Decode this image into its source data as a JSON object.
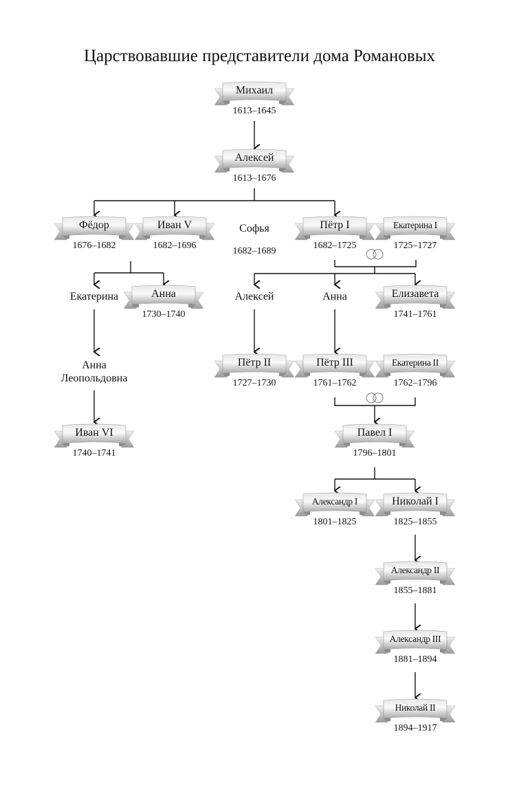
{
  "title": "Царствовавшие представители дома Романовых",
  "nodes": [
    {
      "id": "mikhail",
      "name": "Михаил",
      "dates": "1613–1645",
      "ribbon": true
    },
    {
      "id": "aleksey",
      "name": "Алексей",
      "dates": "1613–1676",
      "ribbon": true
    },
    {
      "id": "fedor",
      "name": "Фёдор",
      "dates": "1676–1682",
      "ribbon": true
    },
    {
      "id": "ivan5",
      "name": "Иван V",
      "dates": "1682–1696",
      "ribbon": true
    },
    {
      "id": "sofya",
      "name": "Софья",
      "dates": "1682–1689",
      "ribbon": false
    },
    {
      "id": "petr1",
      "name": "Пётр I",
      "dates": "1682–1725",
      "ribbon": true
    },
    {
      "id": "ekaterina1",
      "name": "Екатерина I",
      "dates": "1725–1727",
      "ribbon": true
    },
    {
      "id": "ekaterina",
      "name": "Екатерина",
      "ribbon": false
    },
    {
      "id": "anna_iv",
      "name": "Анна",
      "dates": "1730–1740",
      "ribbon": true
    },
    {
      "id": "aleksey_p",
      "name": "Алексей",
      "ribbon": false
    },
    {
      "id": "anna_p",
      "name": "Анна",
      "ribbon": false
    },
    {
      "id": "elizaveta",
      "name": "Елизавета",
      "dates": "1741–1761",
      "ribbon": true
    },
    {
      "id": "anna_leop",
      "name": "Анна Леопольдовна",
      "ribbon": false
    },
    {
      "id": "petr2",
      "name": "Пётр II",
      "dates": "1727–1730",
      "ribbon": true
    },
    {
      "id": "petr3",
      "name": "Пётр III",
      "dates": "1761–1762",
      "ribbon": true
    },
    {
      "id": "ekaterina2",
      "name": "Екатерина II",
      "dates": "1762–1796",
      "ribbon": true
    },
    {
      "id": "ivan6",
      "name": "Иван VI",
      "dates": "1740–1741",
      "ribbon": true
    },
    {
      "id": "pavel1",
      "name": "Павел I",
      "dates": "1796–1801",
      "ribbon": true
    },
    {
      "id": "aleksandr1",
      "name": "Александр I",
      "dates": "1801–1825",
      "ribbon": true
    },
    {
      "id": "nikolay1",
      "name": "Николай I",
      "dates": "1825–1855",
      "ribbon": true
    },
    {
      "id": "aleksandr2",
      "name": "Александр II",
      "dates": "1855–1881",
      "ribbon": true
    },
    {
      "id": "aleksandr3",
      "name": "Александр III",
      "dates": "1881–1894",
      "ribbon": true
    },
    {
      "id": "nikolay2",
      "name": "Николай II",
      "dates": "1894–1917",
      "ribbon": true
    }
  ],
  "marriages": [
    [
      "petr1",
      "ekaterina1"
    ],
    [
      "petr3",
      "ekaterina2"
    ]
  ],
  "edges": [
    [
      "mikhail",
      "aleksey"
    ],
    [
      "aleksey",
      "fedor"
    ],
    [
      "aleksey",
      "ivan5"
    ],
    [
      "aleksey",
      "petr1"
    ],
    [
      "ivan5",
      "ekaterina"
    ],
    [
      "ivan5",
      "anna_iv"
    ],
    [
      "petr1",
      "aleksey_p"
    ],
    [
      "petr1",
      "anna_p"
    ],
    [
      "petr1",
      "elizaveta"
    ],
    [
      "ekaterina",
      "anna_leop"
    ],
    [
      "anna_leop",
      "ivan6"
    ],
    [
      "aleksey_p",
      "petr2"
    ],
    [
      "anna_p",
      "petr3"
    ],
    [
      "petr3",
      "pavel1"
    ],
    [
      "pavel1",
      "aleksandr1"
    ],
    [
      "pavel1",
      "nikolay1"
    ],
    [
      "nikolay1",
      "aleksandr2"
    ],
    [
      "aleksandr2",
      "aleksandr3"
    ],
    [
      "aleksandr3",
      "nikolay2"
    ]
  ]
}
